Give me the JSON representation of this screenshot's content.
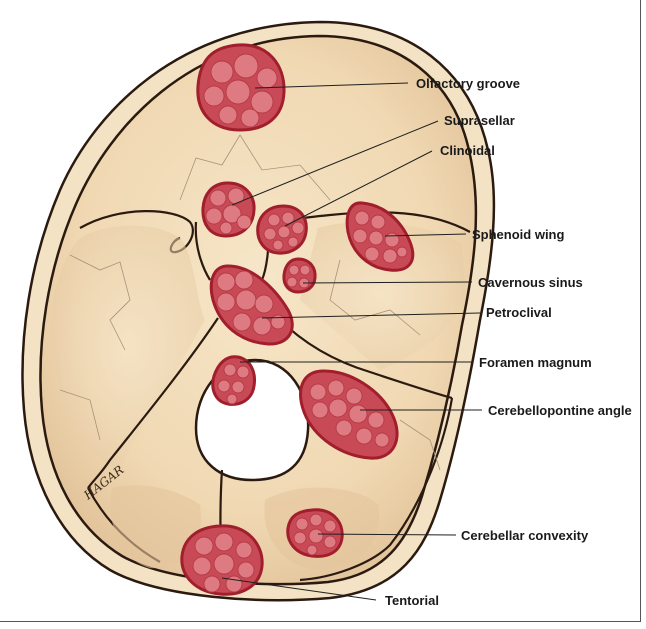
{
  "labels": {
    "olfactory_groove": "Olfactory groove",
    "suprasellar": "Suprasellar",
    "clinoidal": "Clinoidal",
    "sphenoid_wing": "Sphenoid wing",
    "cavernous_sinus": "Cavernous sinus",
    "petroclival": "Petroclival",
    "foramen_magnum": "Foramen magnum",
    "cerebellopontine_angle": "Cerebellopontine angle",
    "cerebellar_convexity": "Cerebellar convexity",
    "tentorial": "Tentorial"
  },
  "signature": "HAGAR",
  "colors": {
    "bone": "#f3dfbf",
    "bone_shade": "#e2c39a",
    "tumor": "#c84a56",
    "tumor_outline": "#a11e2c",
    "outline": "#2a1a10"
  }
}
